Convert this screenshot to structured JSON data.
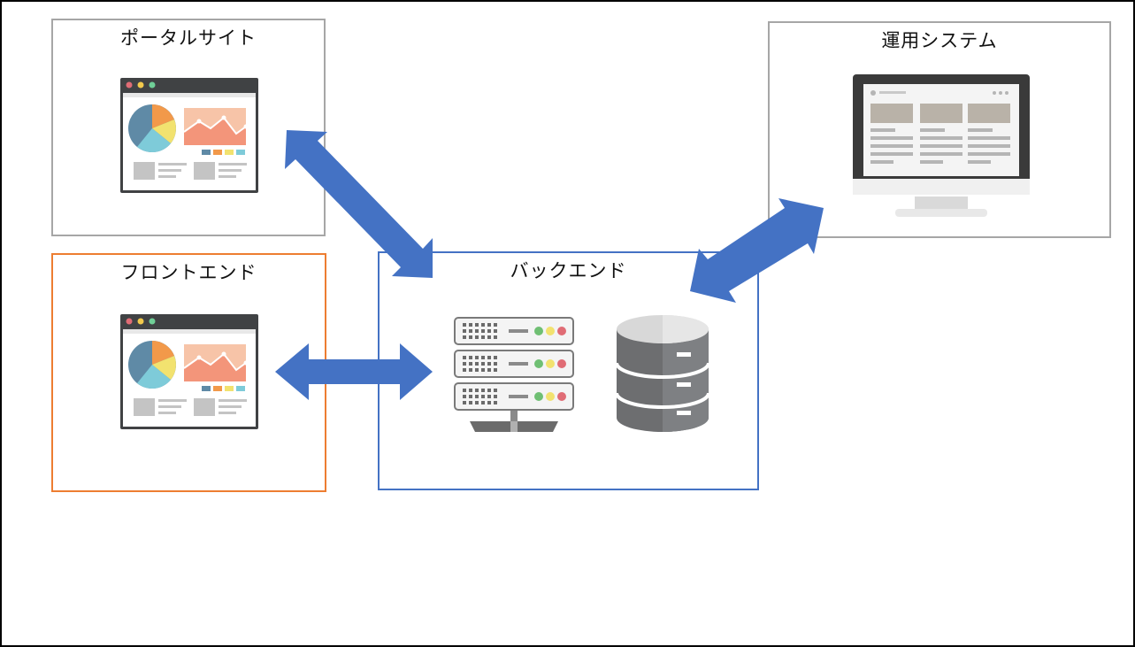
{
  "nodes": {
    "portal": {
      "label": "ポータルサイト",
      "border_color": "#a6a6a6"
    },
    "ops": {
      "label": "運用システム",
      "border_color": "#a6a6a6"
    },
    "frontend": {
      "label": "フロントエンド",
      "border_color": "#ed7d31"
    },
    "backend": {
      "label": "バックエンド",
      "border_color": "#4472c4"
    }
  },
  "icons": {
    "portal": "browser-dashboard-icon",
    "frontend": "browser-dashboard-icon",
    "ops": "desktop-monitor-icon",
    "server": "server-rack-icon",
    "database": "database-icon"
  },
  "connections": [
    {
      "from": "portal",
      "to": "backend",
      "direction": "bidirectional"
    },
    {
      "from": "frontend",
      "to": "backend",
      "direction": "bidirectional"
    },
    {
      "from": "ops",
      "to": "backend",
      "direction": "bidirectional"
    }
  ],
  "colors": {
    "arrow": "#4472c4"
  }
}
